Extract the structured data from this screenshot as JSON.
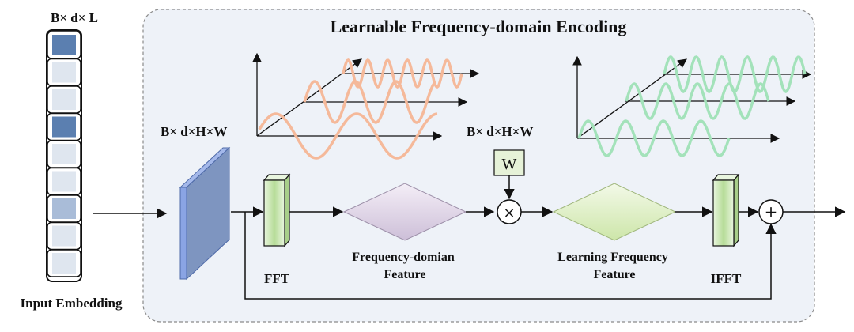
{
  "colors": {
    "panel_fill": "#eef2f8",
    "panel_stroke": "#8a8a8a",
    "cell_dark": "#5b7fb0",
    "cell_mid": "#a9bcd8",
    "cell_light": "#dfe6ef",
    "plate_face": "#7e95c0",
    "plate_side": "#8aa4e4",
    "fft_block": "#c5e3b0",
    "diamond_purple": "#d8cbe0",
    "diamond_green": "#d9ebbd",
    "wave_orange": "#f5b99a",
    "wave_green": "#a3e2ba",
    "line": "#111111"
  },
  "panel": {
    "title": "Learnable Frequency-domain Encoding"
  },
  "embedding": {
    "top_label": "B× d× L",
    "bottom_label": "Input Embedding",
    "cells": [
      "dark",
      "light",
      "light",
      "dark",
      "light",
      "light",
      "mid",
      "light",
      "light"
    ]
  },
  "dims": {
    "left": "B× d×H×W",
    "right": "B× d×H×W"
  },
  "blocks": {
    "fft": "FFT",
    "ifft": "IFFT",
    "weight": "W",
    "multiply": "×",
    "add": "+"
  },
  "features": {
    "freq_line1": "Frequency-domian",
    "freq_line2": "Feature",
    "learn_line1": "Learning Frequency",
    "learn_line2": "Feature"
  }
}
